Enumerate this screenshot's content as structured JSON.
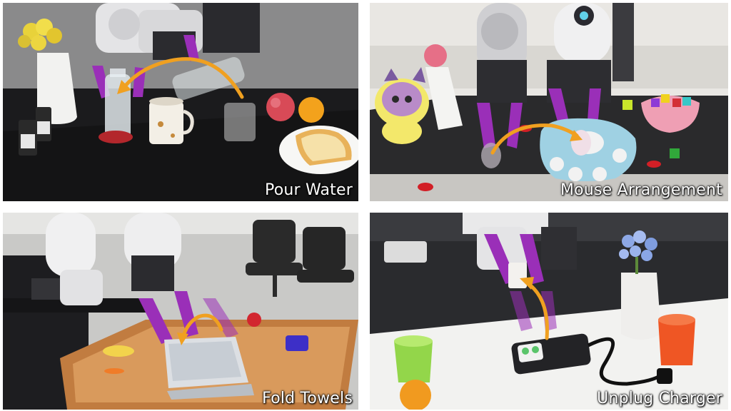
{
  "panels": [
    {
      "caption": "Pour Water"
    },
    {
      "caption": "Mouse Arrangement"
    },
    {
      "caption": "Fold Towels"
    },
    {
      "caption": "Unplug Charger"
    }
  ],
  "colors": {
    "arrow": "#f0a020",
    "gripper_finger": "#9a2fb8",
    "robot_white": "#e9e9ea",
    "caption_text": "#ffffff"
  }
}
